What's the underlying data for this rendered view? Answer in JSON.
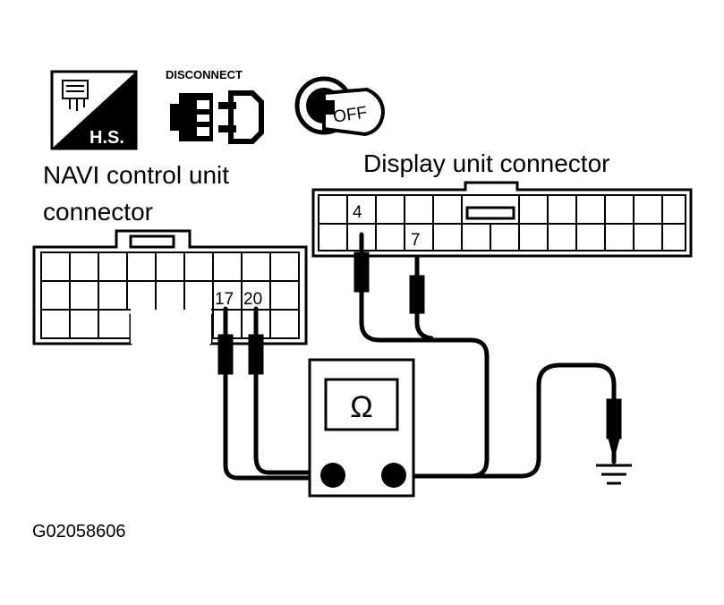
{
  "icons": {
    "hs_label": "H.S.",
    "disconnect_label": "DISCONNECT",
    "key_label": "OFF"
  },
  "navi_connector": {
    "label_line1": "NAVI control unit",
    "label_line2": "connector",
    "pin_a": "17",
    "pin_b": "20"
  },
  "display_connector": {
    "label": "Display unit connector",
    "pin_a": "4",
    "pin_b": "7"
  },
  "meter": {
    "symbol": "Ω"
  },
  "figure_id": "G02058606"
}
